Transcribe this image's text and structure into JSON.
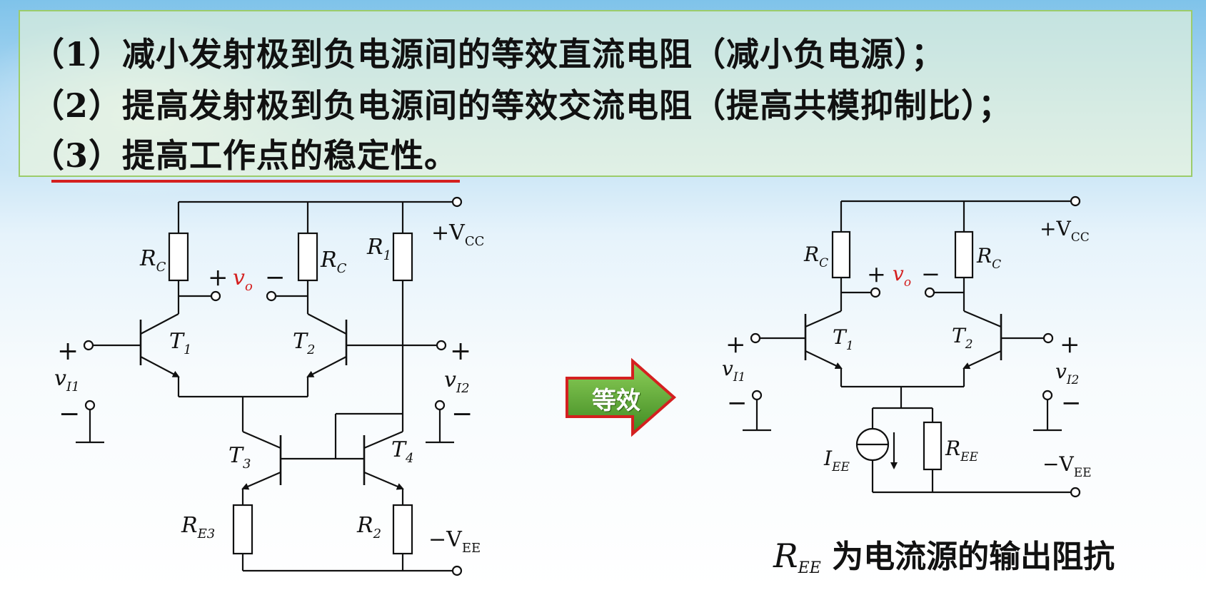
{
  "points": [
    "（1）减小发射极到负电源间的等效直流电阻（减小负电源）；",
    "（2）提高发射极到负电源间的等效交流电阻（提高共模抑制比）；",
    "（3）提高工作点的稳定性。"
  ],
  "arrow_label": "等效",
  "caption": {
    "symbol": "R",
    "subscript": "EE",
    "text": " 为电流源的输出阻抗"
  },
  "left_circuit": {
    "rc_left": {
      "main": "R",
      "sub": "C"
    },
    "rc_right": {
      "main": "R",
      "sub": "C"
    },
    "r1": {
      "main": "R",
      "sub": "1"
    },
    "vcc": {
      "main": "+V",
      "sub": "CC"
    },
    "vo_plus": "+",
    "vo": {
      "main": "v",
      "sub": "o"
    },
    "vo_minus": "−",
    "t1": {
      "main": "T",
      "sub": "1"
    },
    "t2": {
      "main": "T",
      "sub": "2"
    },
    "t3": {
      "main": "T",
      "sub": "3"
    },
    "t4": {
      "main": "T",
      "sub": "4"
    },
    "vi1_plus": "+",
    "vi1": {
      "main": "v",
      "sub": "I1"
    },
    "vi1_minus": "−",
    "vi2_plus": "+",
    "vi2": {
      "main": "v",
      "sub": "I2"
    },
    "vi2_minus": "−",
    "re3": {
      "main": "R",
      "sub": "E3"
    },
    "r2": {
      "main": "R",
      "sub": "2"
    },
    "vee": {
      "main": "−V",
      "sub": "EE"
    }
  },
  "right_circuit": {
    "rc_left": {
      "main": "R",
      "sub": "C"
    },
    "rc_right": {
      "main": "R",
      "sub": "C"
    },
    "vcc": {
      "main": "+V",
      "sub": "CC"
    },
    "vo_plus": "+",
    "vo": {
      "main": "v",
      "sub": "o"
    },
    "vo_minus": "−",
    "t1": {
      "main": "T",
      "sub": "1"
    },
    "t2": {
      "main": "T",
      "sub": "2"
    },
    "vi1_plus": "+",
    "vi1": {
      "main": "v",
      "sub": "I1"
    },
    "vi1_minus": "−",
    "vi2_plus": "+",
    "vi2": {
      "main": "v",
      "sub": "I2"
    },
    "vi2_minus": "−",
    "iee": {
      "main": "I",
      "sub": "EE"
    },
    "ree": {
      "main": "R",
      "sub": "EE"
    },
    "vee": {
      "main": "−V",
      "sub": "EE"
    }
  },
  "colors": {
    "vo_label": "#d42020",
    "underline": "#d42020",
    "arrow_fill": "#5aa532",
    "arrow_border": "#d42020",
    "box_border": "#9ccc6a"
  }
}
